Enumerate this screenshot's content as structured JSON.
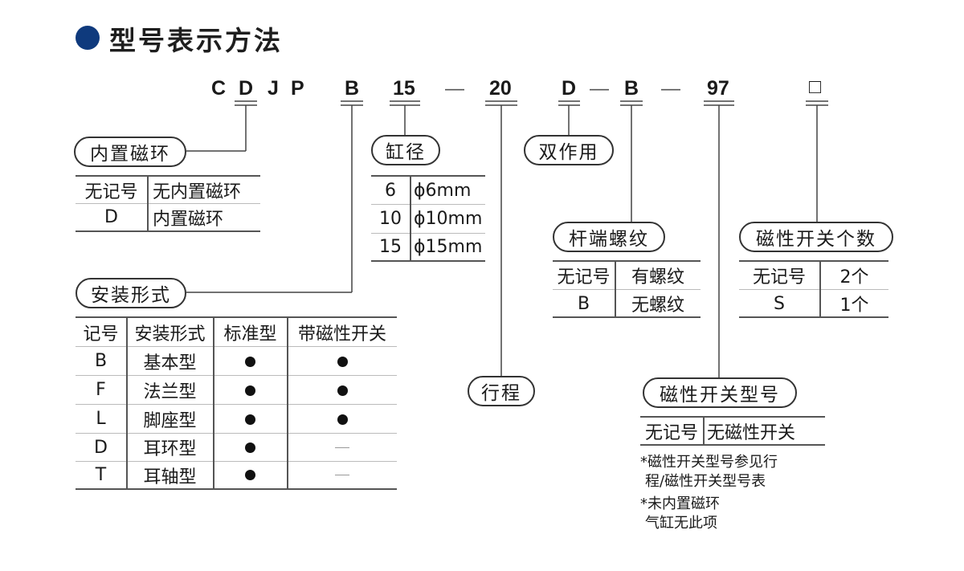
{
  "title": "型号表示方法",
  "code": {
    "c": "C",
    "d": "D",
    "j": "J",
    "p": "P",
    "b": "B",
    "bore": "15",
    "dash1": "—",
    "stroke": "20",
    "action": "D",
    "dash2": "—",
    "rod": "B",
    "dash3": "—",
    "sw": "97",
    "count": "□"
  },
  "magnet": {
    "label": "内置磁环",
    "rows": [
      [
        "无记号",
        "无内置磁环"
      ],
      [
        "D",
        "内置磁环"
      ]
    ]
  },
  "bore": {
    "label": "缸径",
    "rows": [
      [
        "6",
        "ϕ6mm"
      ],
      [
        "10",
        "ϕ10mm"
      ],
      [
        "15",
        "ϕ15mm"
      ]
    ]
  },
  "action": {
    "label": "双作用"
  },
  "rod_end": {
    "label": "杆端螺纹",
    "rows": [
      [
        "无记号",
        "有螺纹"
      ],
      [
        "B",
        "无螺纹"
      ]
    ]
  },
  "switch_count": {
    "label": "磁性开关个数",
    "rows": [
      [
        "无记号",
        "2个"
      ],
      [
        "S",
        "1个"
      ]
    ]
  },
  "mounting": {
    "label": "安装形式",
    "headers": [
      "记号",
      "安装形式",
      "标准型",
      "带磁性开关"
    ],
    "rows": [
      {
        "code": "B",
        "name": "基本型",
        "std": true,
        "sw": true
      },
      {
        "code": "F",
        "name": "法兰型",
        "std": true,
        "sw": true
      },
      {
        "code": "L",
        "name": "脚座型",
        "std": true,
        "sw": true
      },
      {
        "code": "D",
        "name": "耳环型",
        "std": true,
        "sw": false
      },
      {
        "code": "T",
        "name": "耳轴型",
        "std": true,
        "sw": false
      }
    ]
  },
  "stroke": {
    "label": "行程"
  },
  "switch_model": {
    "label": "磁性开关型号",
    "rows": [
      [
        "无记号",
        "无磁性开关"
      ]
    ],
    "notes": [
      "*磁性开关型号参见行",
      "程/磁性开关型号表",
      "*未内置磁环",
      "气缸无此项"
    ]
  },
  "colors": {
    "accent": "#0f3a7d",
    "line": "#555555",
    "mark": "#111111"
  }
}
